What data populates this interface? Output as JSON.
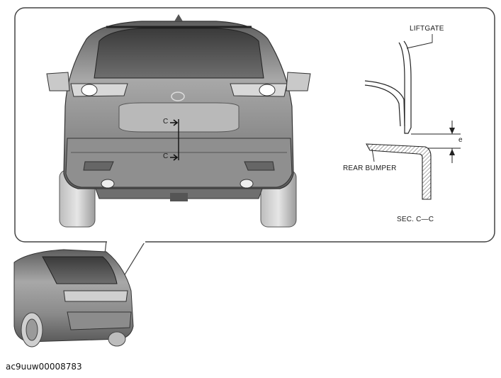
{
  "figure": {
    "callouts": {
      "liftgate": "LIFTGATE",
      "rear_bumper": "REAR BUMPER",
      "section": "SEC. C—C",
      "gap": "e",
      "cut_marker_top": "C",
      "cut_marker_bottom": "C"
    },
    "figure_id": "ac9uuw00008783",
    "colors": {
      "frame": "#444444",
      "line": "#222222",
      "hatch": "#555555",
      "body": "#9a9a9a"
    }
  }
}
